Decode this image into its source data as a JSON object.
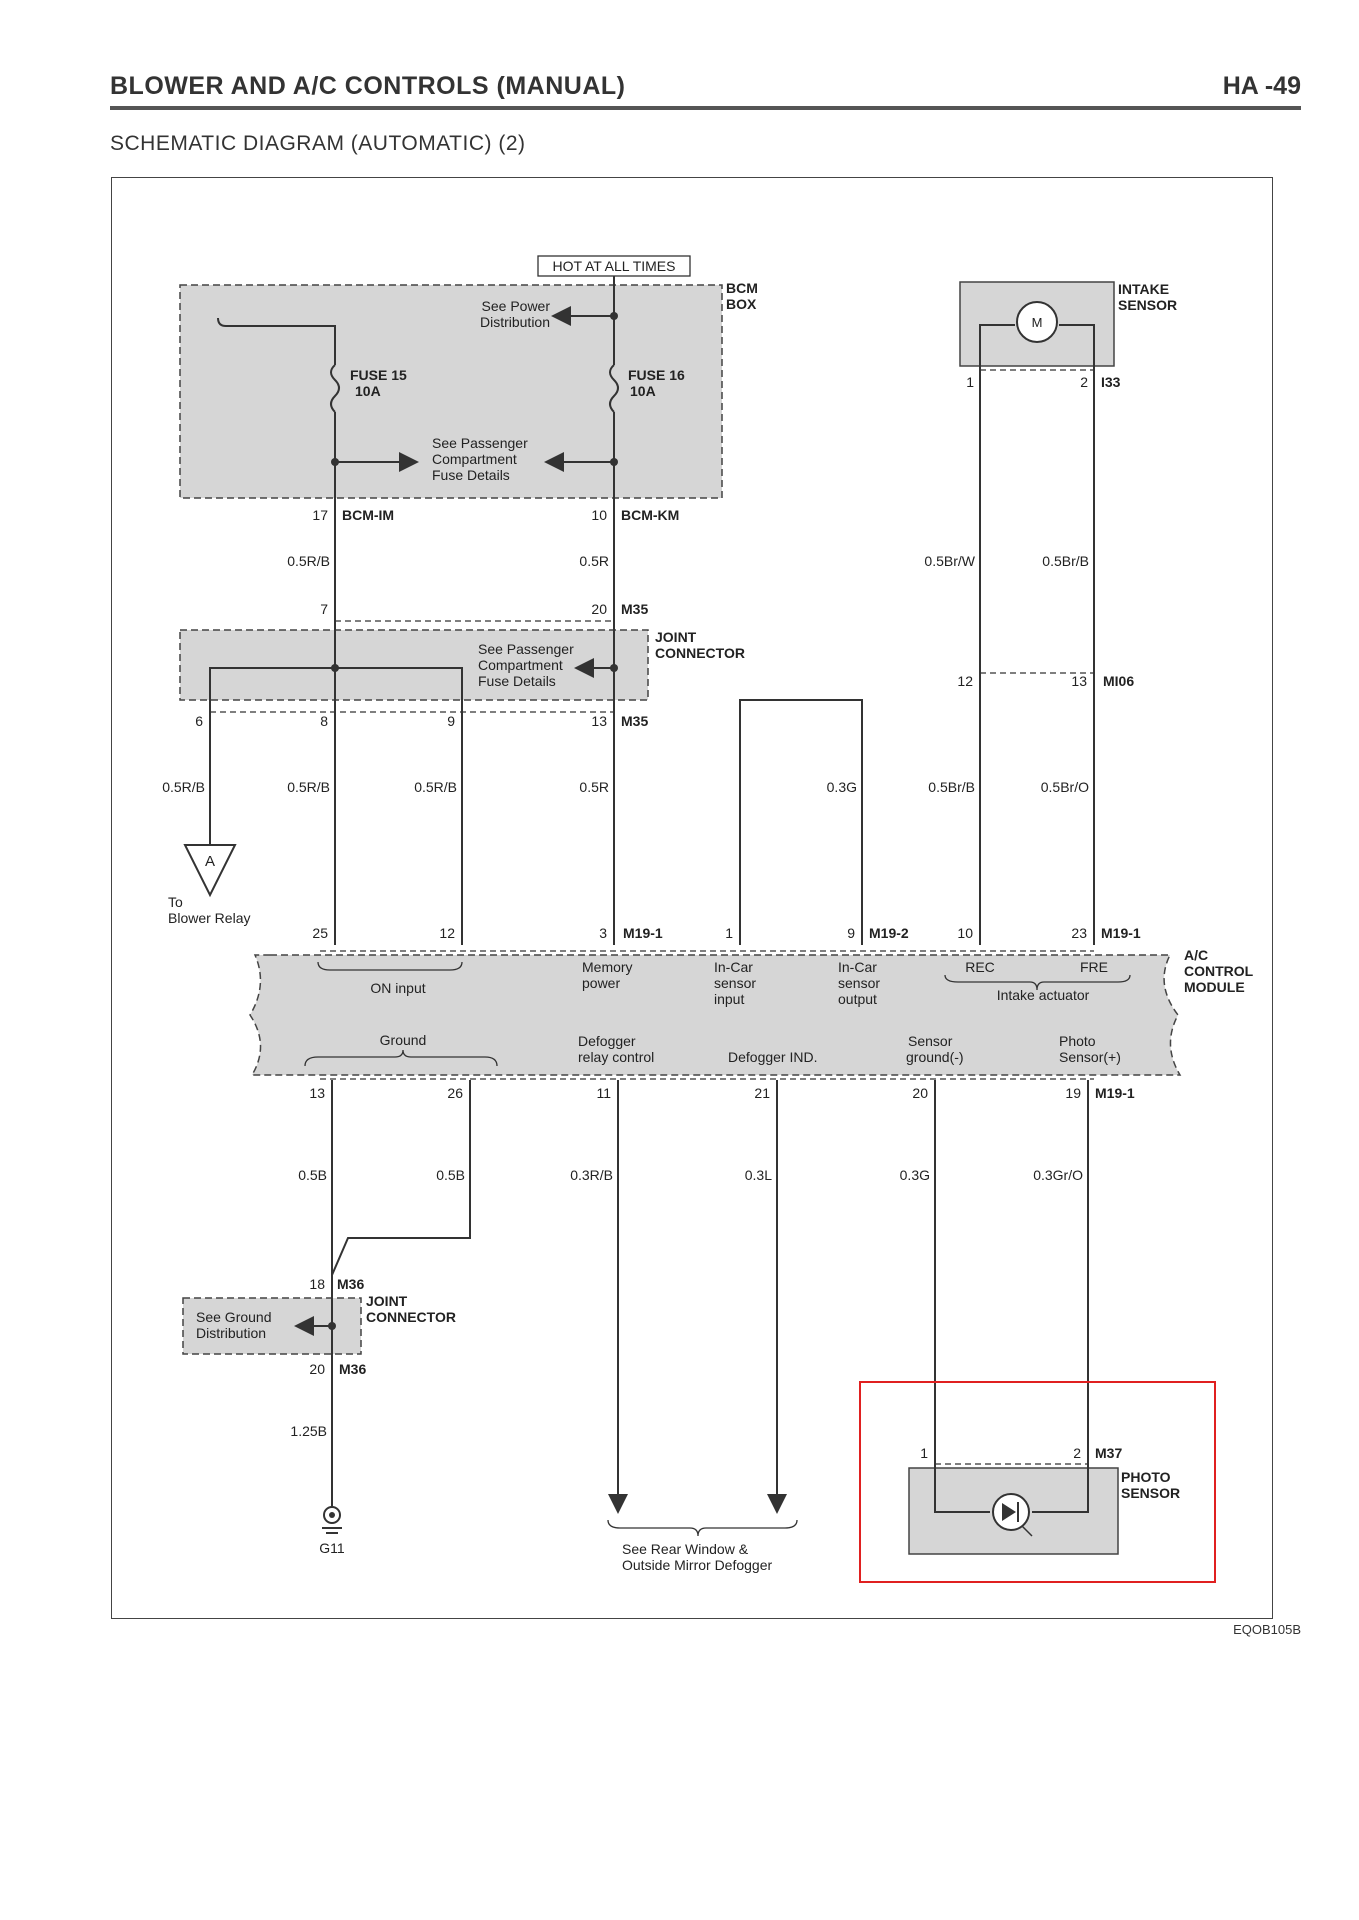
{
  "header": {
    "title": "BLOWER AND A/C CONTROLS (MANUAL)",
    "page": "HA -49",
    "subtitle": "SCHEMATIC DIAGRAM (AUTOMATIC) (2)"
  },
  "bcm": {
    "hot_label": "HOT AT ALL TIMES",
    "box_label_1": "BCM",
    "box_label_2": "BOX",
    "see_power_1": "See Power",
    "see_power_2": "Distribution",
    "fuse15_1": "FUSE 15",
    "fuse15_2": "10A",
    "fuse16_1": "FUSE 16",
    "fuse16_2": "10A",
    "see_pass_1": "See Passenger",
    "see_pass_2": "Compartment",
    "see_pass_3": "Fuse Details",
    "pin17": "17",
    "conn_im": "BCM-IM",
    "pin10": "10",
    "conn_km": "BCM-KM"
  },
  "wires_upper": {
    "w1": "0.5R/B",
    "w2": "0.5R"
  },
  "joint1": {
    "pin7": "7",
    "pin20": "20",
    "conn_top": "M35",
    "label_1": "JOINT",
    "label_2": "CONNECTOR",
    "see_1": "See Passenger",
    "see_2": "Compartment",
    "see_3": "Fuse Details",
    "pin6": "6",
    "pin8": "8",
    "pin9": "9",
    "pin13": "13",
    "conn_bottom": "M35"
  },
  "wires_mid": {
    "w6": "0.5R/B",
    "w8": "0.5R/B",
    "w9": "0.5R/B",
    "w13": "0.5R",
    "w_loop": "0.3G",
    "w_rec": "0.5Br/B",
    "w_fre": "0.5Br/O"
  },
  "connector_a": {
    "letter": "A",
    "to_1": "To",
    "to_2": "Blower Relay"
  },
  "intake": {
    "label_1": "INTAKE",
    "label_2": "SENSOR",
    "motor": "M",
    "pin1": "1",
    "pin2": "2",
    "conn": "I33",
    "w1": "0.5Br/W",
    "w2": "0.5Br/B",
    "pin12": "12",
    "pin13": "13",
    "conn_mid": "MI06"
  },
  "module": {
    "label_1": "A/C",
    "label_2": "CONTROL",
    "label_3": "MODULE",
    "pins_top": [
      "25",
      "12",
      "3",
      "1",
      "9",
      "10",
      "23"
    ],
    "conn_a": "M19-1",
    "conn_b": "M19-2",
    "conn_c": "M19-1",
    "on_input": "ON input",
    "memory_1": "Memory",
    "memory_2": "power",
    "incar_in_1": "In-Car",
    "incar_in_2": "sensor",
    "incar_in_3": "input",
    "incar_out_1": "In-Car",
    "incar_out_2": "sensor",
    "incar_out_3": "output",
    "rec": "REC",
    "fre": "FRE",
    "intake_act": "Intake actuator",
    "ground": "Ground",
    "defog_relay_1": "Defogger",
    "defog_relay_2": "relay control",
    "defog_ind": "Defogger IND.",
    "sensor_gnd_1": "Sensor",
    "sensor_gnd_2": "ground(-)",
    "photo_1": "Photo",
    "photo_2": "Sensor(+)",
    "pins_bottom": [
      "13",
      "26",
      "11",
      "21",
      "20",
      "19"
    ],
    "conn_bottom": "M19-1"
  },
  "wires_lower": {
    "w13": "0.5B",
    "w26": "0.5B",
    "w11": "0.3R/B",
    "w21": "0.3L",
    "w20": "0.3G",
    "w19": "0.3Gr/O"
  },
  "joint2": {
    "pin18": "18",
    "conn_top": "M36",
    "label_1": "JOINT",
    "label_2": "CONNECTOR",
    "see_1": "See Ground",
    "see_2": "Distribution",
    "pin20": "20",
    "conn_bottom": "M36",
    "wire": "1.25B",
    "ground": "G11"
  },
  "defogger": {
    "see_1": "See Rear Window &",
    "see_2": "Outside Mirror Defogger"
  },
  "photo": {
    "pin1": "1",
    "pin2": "2",
    "conn": "M37",
    "label_1": "PHOTO",
    "label_2": "SENSOR"
  },
  "footer": {
    "ref": "EQOB105B"
  }
}
